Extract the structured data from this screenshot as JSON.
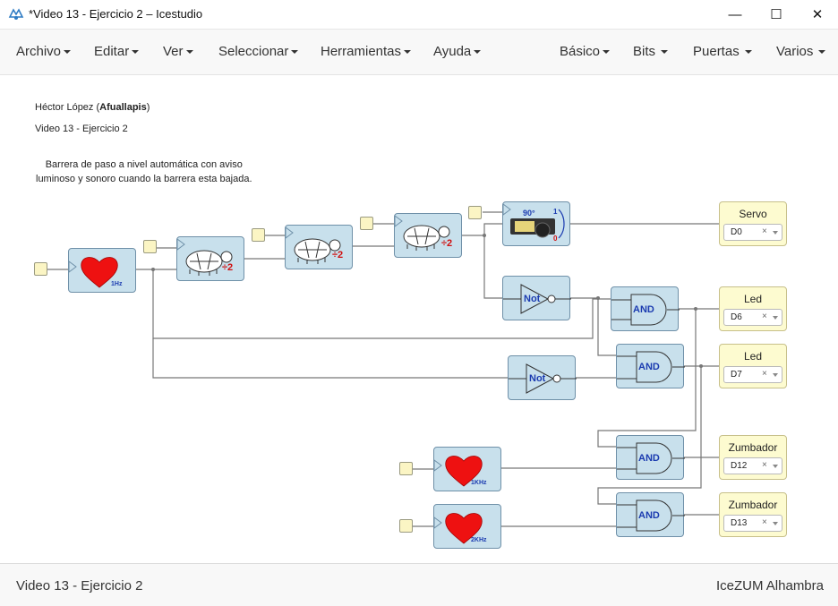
{
  "window": {
    "title": "*Video 13 - Ejercicio 2 – Icestudio",
    "minimize": "—",
    "maximize": "☐",
    "close": "✕"
  },
  "menu_left": [
    "Archivo",
    "Editar",
    "Ver",
    "Seleccionar",
    "Herramientas",
    "Ayuda"
  ],
  "menu_right": [
    "Básico",
    "Bits",
    "Puertas",
    "Varios"
  ],
  "canvas": {
    "author_name": "Héctor López (",
    "author_nick": "Afuallapis",
    "author_close": ")",
    "project": "Video 13 - Ejercicio 2",
    "description_line1": "Barrera de paso a nivel automática con aviso",
    "description_line2": "luminoso y sonoro cuando la barrera esta bajada."
  },
  "blocks": {
    "clock_main": "1Hz",
    "clock_1k": "1KHz",
    "clock_2k": "2KHz",
    "divider": "÷2",
    "not": "Not",
    "and": "AND",
    "servo_angle": "90°",
    "servo_one": "1",
    "servo_zero": "0"
  },
  "outputs": [
    {
      "label": "Servo",
      "pin": "D0"
    },
    {
      "label": "Led",
      "pin": "D6"
    },
    {
      "label": "Led",
      "pin": "D7"
    },
    {
      "label": "Zumbador",
      "pin": "D12"
    },
    {
      "label": "Zumbador",
      "pin": "D13"
    }
  ],
  "select_clear": "×",
  "status": {
    "left": "Video 13 - Ejercicio 2",
    "right": "IceZUM Alhambra"
  },
  "colors": {
    "block_fill": "#c8e0ec",
    "io_fill": "#fdfbd0",
    "heart": "#ee1111",
    "gate_text": "#1b3bb0",
    "divider_text": "#d01010"
  }
}
